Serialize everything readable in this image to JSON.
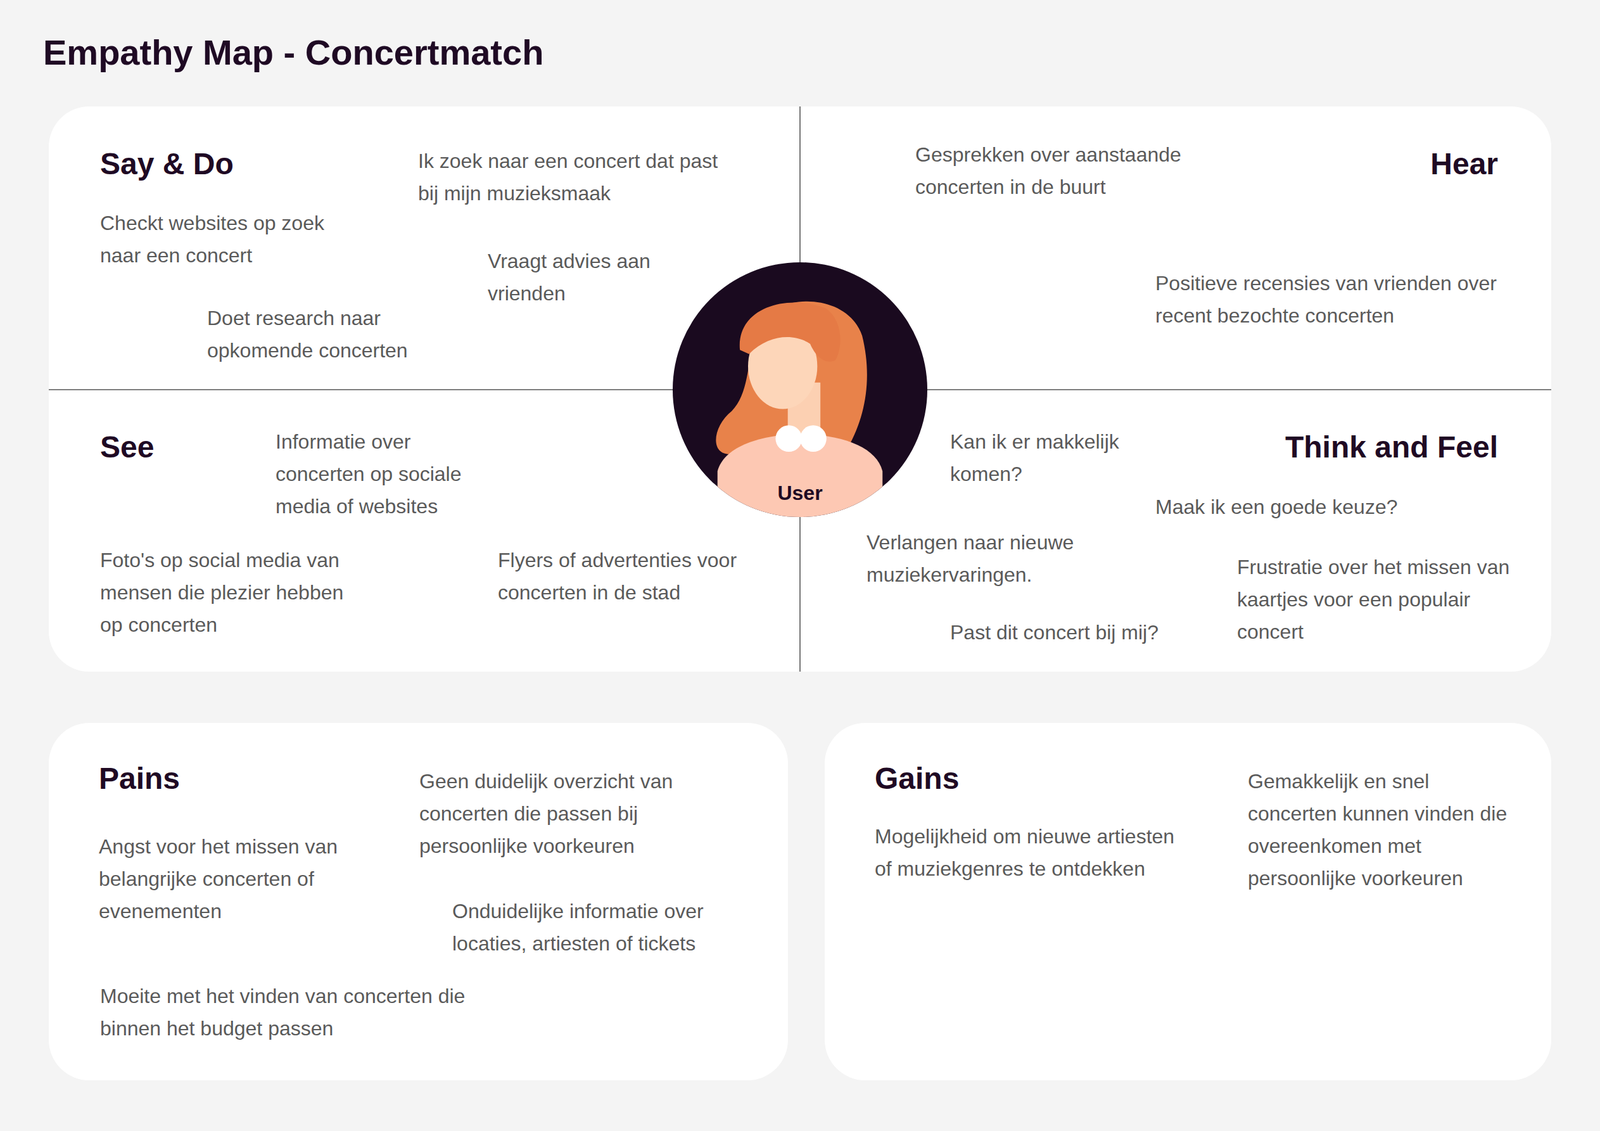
{
  "diagram": {
    "title": "Empathy Map - Concertmatch",
    "nodes": [
      {
        "text": [
          "Say & Do",
          "Ik zoek naar een concert dat past bij mijn muzieksmaak",
          "Checkt websites op zoek naar een concert",
          "Vraagt advies aan vrienden",
          "Doet research naar opkomende concerten"
        ]
      },
      {
        "text": [
          "Hear",
          "Gesprekken over aanstaande concerten in de buurt",
          "Positieve recensies van vrienden over recent bezochte concerten"
        ]
      },
      {
        "text": [
          "See",
          "Informatie over concerten op sociale media of websites",
          "Foto's op social media van mensen die plezier hebben op concerten",
          "Flyers of advertenties voor concerten in de stad"
        ]
      },
      {
        "text": [
          "Think and Feel",
          "Kan ik er makkelijk komen?",
          "Maak ik een goede keuze?",
          "Verlangen naar nieuwe muziekervaringen.",
          "Frustratie over het missen van kaartjes voor een populair concert",
          "Past dit concert bij mij?"
        ]
      },
      {
        "text": [
          "User"
        ]
      },
      {
        "text": [
          "Pains",
          "Geen duidelijk overzicht van concerten die passen bij persoonlijke voorkeuren",
          "Angst voor het missen van belangrijke concerten of evenementen",
          "Onduidelijke informatie over locaties, artiesten of tickets",
          "Moeite met het vinden van concerten die binnen het budget passen"
        ]
      },
      {
        "text": [
          "Gains",
          "Mogelijkheid om nieuwe artiesten of muziekgenres te ontdekken",
          "Gemakkelijk en snel concerten kunnen vinden die overeenkomen met persoonlijke voorkeuren"
        ]
      }
    ]
  }
}
